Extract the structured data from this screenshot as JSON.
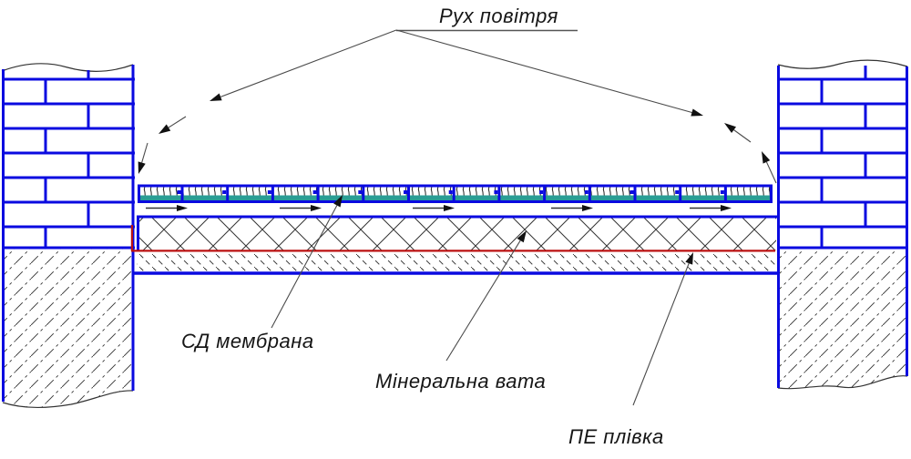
{
  "annotations": {
    "air_movement": "Рух повітря",
    "sd_membrane": "СД мембрана",
    "mineral_wool": "Мінеральна вата",
    "pe_film": "ПЕ плівка"
  },
  "colors": {
    "brick_line_blue": "#0a0ae0",
    "pe_film_red": "#bb1111",
    "membrane_teal": "#2a9d95",
    "hatch_black": "#333333",
    "leader_gray": "#4a4a4a",
    "arrowhead_black": "#111111",
    "background": "#ffffff"
  }
}
